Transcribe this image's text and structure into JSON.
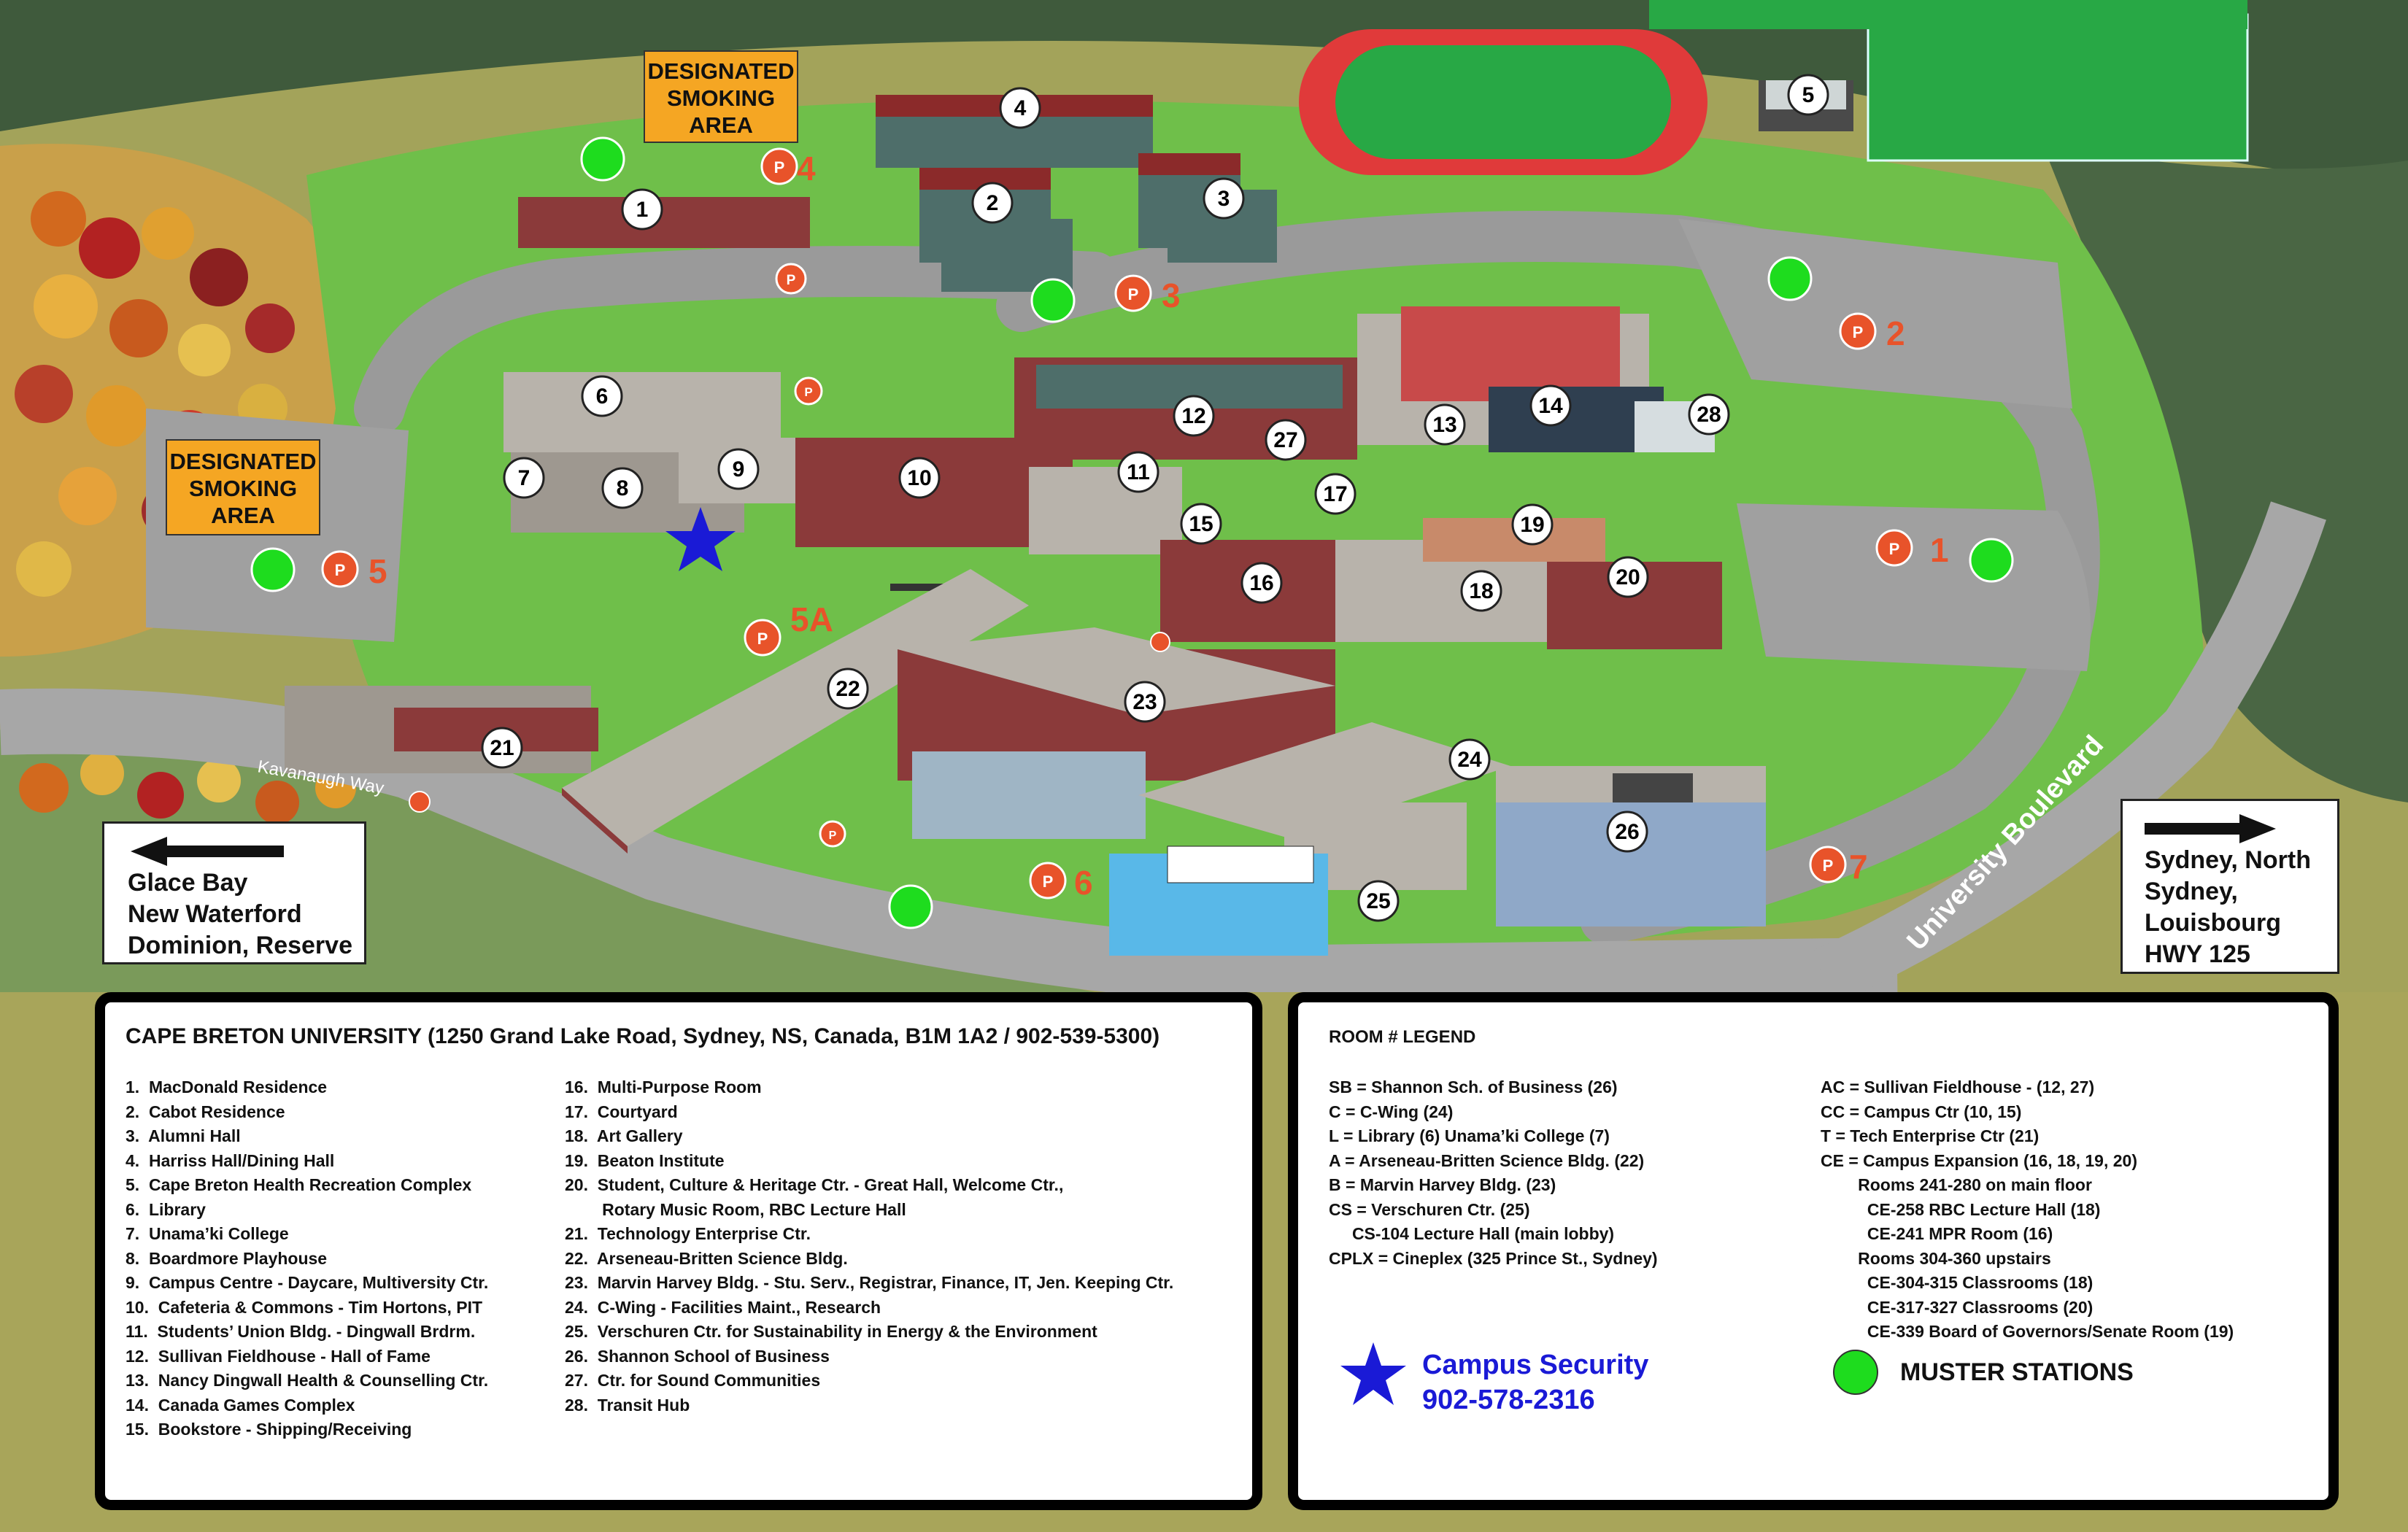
{
  "map": {
    "road_name": "Kavanaugh Way",
    "boulevard_name": "University Boulevard",
    "smoking_areas": [
      {
        "label": "DESIGNATED\nSMOKING\nAREA"
      },
      {
        "label": "DESIGNATED\nSMOKING\nAREA"
      }
    ],
    "buildings": [
      "1",
      "2",
      "3",
      "4",
      "5",
      "6",
      "7",
      "8",
      "9",
      "10",
      "11",
      "12",
      "13",
      "14",
      "15",
      "16",
      "17",
      "18",
      "19",
      "20",
      "21",
      "22",
      "23",
      "24",
      "25",
      "26",
      "27",
      "28"
    ],
    "parking_lots": [
      "1",
      "2",
      "3",
      "4",
      "5",
      "5A",
      "6",
      "7"
    ],
    "direction_left": {
      "text": "Glace Bay\nNew Waterford\nDominion, Reserve"
    },
    "direction_right": {
      "text": "Sydney, North\nSydney,\nLouisbourg\nHWY 125"
    },
    "colors": {
      "grass": "#6fbf4a",
      "road": "#9a9a9a",
      "roof": "#b8b3ab",
      "brick": "#8b3a3a",
      "muster": "#1edc1e",
      "parking": "#e8532a",
      "star": "#1a1ad6",
      "track": "#e03a3a",
      "field": "#28a845"
    }
  },
  "legend": {
    "title": "CAPE BRETON UNIVERSITY (1250 Grand Lake Road, Sydney, NS, Canada, B1M 1A2 / 902-539-5300)",
    "col1": [
      "1.  MacDonald Residence",
      "2.  Cabot Residence",
      "3.  Alumni Hall",
      "4.  Harriss Hall/Dining Hall",
      "5.  Cape Breton Health Recreation Complex",
      "6.  Library",
      "7.  Unama’ki College",
      "8.  Boardmore Playhouse",
      "9.  Campus Centre - Daycare, Multiversity Ctr.",
      "10.  Cafeteria & Commons - Tim Hortons, PIT",
      "11.  Students’ Union Bldg. - Dingwall Brdrm.",
      "12.  Sullivan Fieldhouse - Hall of Fame",
      "13.  Nancy Dingwall Health & Counselling Ctr.",
      "14.  Canada Games Complex",
      "15.  Bookstore - Shipping/Receiving"
    ],
    "col2": [
      "16.  Multi-Purpose Room",
      "17.  Courtyard",
      "18.  Art Gallery",
      "19.  Beaton Institute",
      "20.  Student, Culture & Heritage Ctr. - Great Hall, Welcome Ctr.,",
      "        Rotary Music Room, RBC Lecture Hall",
      "21.  Technology Enterprise Ctr.",
      "22.  Arseneau-Britten Science Bldg.",
      "23.  Marvin Harvey Bldg. - Stu. Serv., Registrar, Finance, IT, Jen. Keeping Ctr.",
      "24.  C-Wing - Facilities Maint., Research",
      "25.  Verschuren Ctr. for Sustainability in Energy & the Environment",
      "26.  Shannon School of Business",
      "27.  Ctr. for Sound Communities",
      "28.  Transit Hub"
    ]
  },
  "room_legend": {
    "title": "ROOM # LEGEND",
    "col1": [
      "SB = Shannon Sch. of Business (26)",
      "C = C-Wing (24)",
      "L = Library (6) Unama’ki College (7)",
      "A = Arseneau-Britten Science Bldg. (22)",
      "B = Marvin Harvey Bldg. (23)",
      "CS = Verschuren Ctr. (25)",
      "     CS-104 Lecture Hall (main lobby)",
      "CPLX = Cineplex (325 Prince St., Sydney)"
    ],
    "col2": [
      "AC = Sullivan Fieldhouse - (12, 27)",
      "CC = Campus Ctr (10, 15)",
      "T = Tech Enterprise Ctr (21)",
      "CE = Campus Expansion (16, 18, 19, 20)",
      "        Rooms 241-280 on main floor",
      "          CE-258 RBC Lecture Hall (18)",
      "          CE-241 MPR Room (16)",
      "        Rooms 304-360 upstairs",
      "          CE-304-315 Classrooms (18)",
      "          CE-317-327 Classrooms (20)",
      "          CE-339 Board of Governors/Senate Room (19)"
    ],
    "security_label": "Campus Security",
    "security_phone": "902-578-2316",
    "muster_label": "MUSTER STATIONS"
  }
}
